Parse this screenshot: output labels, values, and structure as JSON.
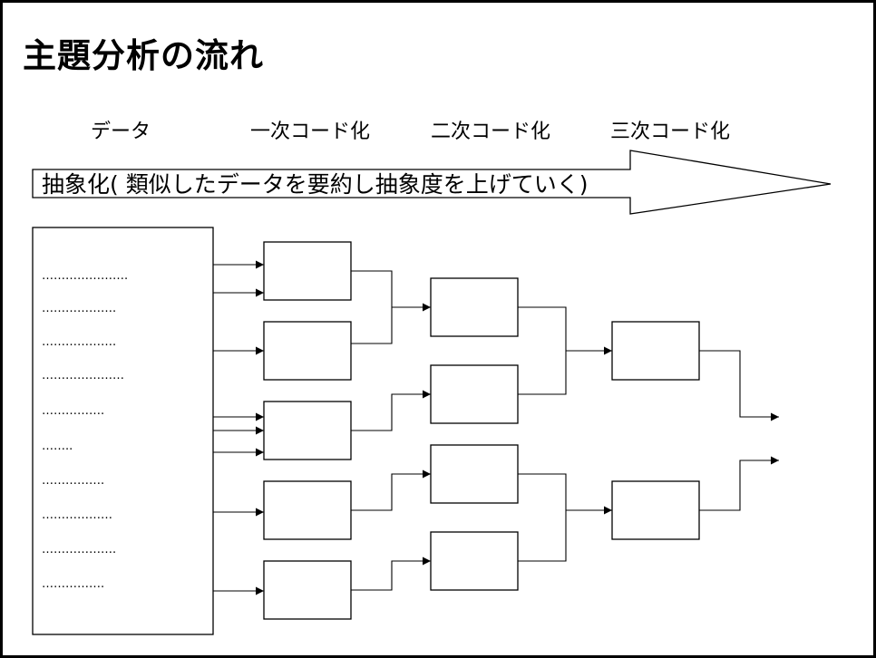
{
  "title": "主題分析の流れ",
  "columns": [
    "データ",
    "一次コード化",
    "二次コード化",
    "三次コード化"
  ],
  "abstraction_arrow": {
    "label": "抽象化( 類似したデータを要約し抽象度を上げていく)"
  },
  "data_rows": [
    "………………….",
    "……………….",
    "……………….",
    "…………………",
    "…………….",
    "……..",
    "…………….",
    "………………",
    "……………….",
    "……………."
  ]
}
